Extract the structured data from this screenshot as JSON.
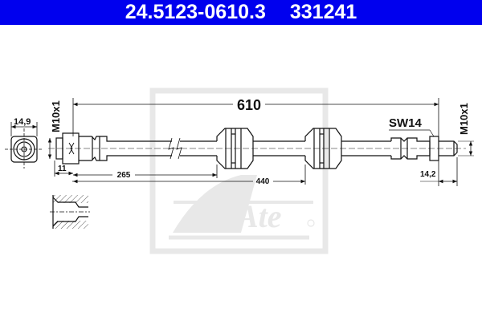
{
  "header": {
    "part_number": "24.5123-0610.3",
    "article_number": "331241",
    "background_color": "#0000ee"
  },
  "drawing": {
    "overall_length": "610",
    "left_thread": "M10x1",
    "right_thread": "M10x1",
    "wrench_size": "SW14",
    "end_diameter": "14,9",
    "left_thread_length": "11",
    "first_bracket_distance": "265",
    "second_bracket_distance": "440",
    "right_fitting_length": "14,2"
  },
  "watermark": {
    "logo": "Ate",
    "registered_mark": "®",
    "color": "#e6e6e6"
  }
}
